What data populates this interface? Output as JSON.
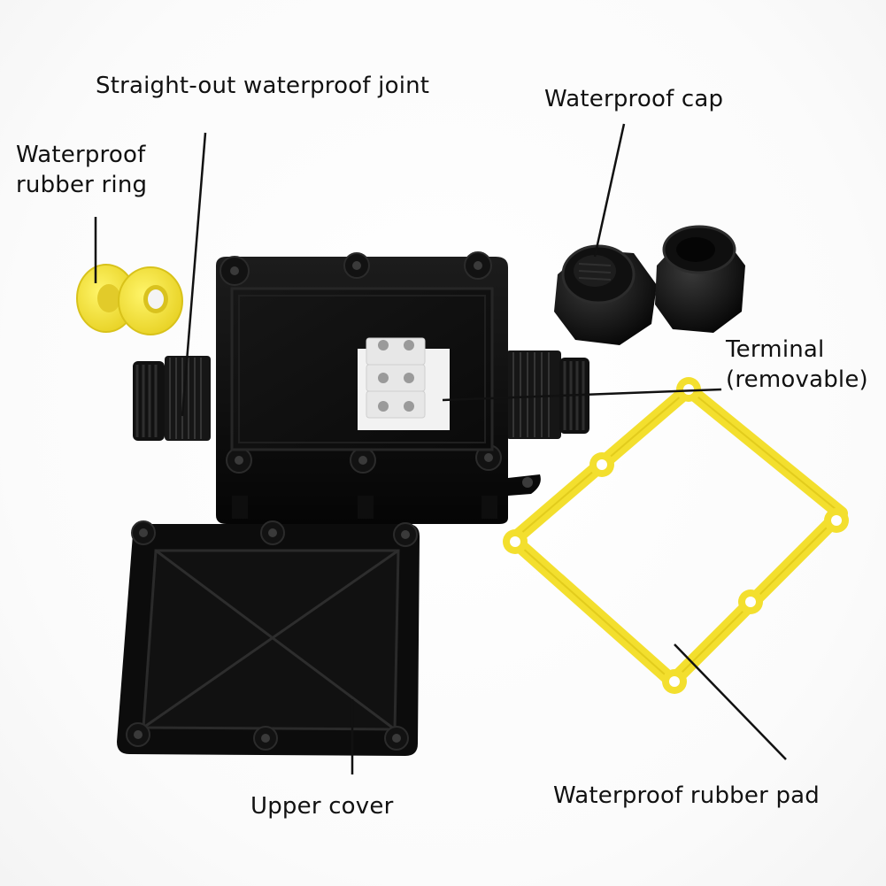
{
  "labels": {
    "joint": "Straight-out waterproof joint",
    "ring_line1": "Waterproof",
    "ring_line2": "rubber ring",
    "cap": "Waterproof cap",
    "terminal_line1": "Terminal",
    "terminal_line2": "(removable)",
    "cover": "Upper cover",
    "pad": "Waterproof rubber pad"
  },
  "colors": {
    "housing": "#0d0d0d",
    "housing_edge": "#2a2a2a",
    "rubber_yellow": "#f6e23a",
    "ring_yellow": "#f4e640",
    "terminal": "#e9e9e9",
    "leader_line": "#111111"
  }
}
